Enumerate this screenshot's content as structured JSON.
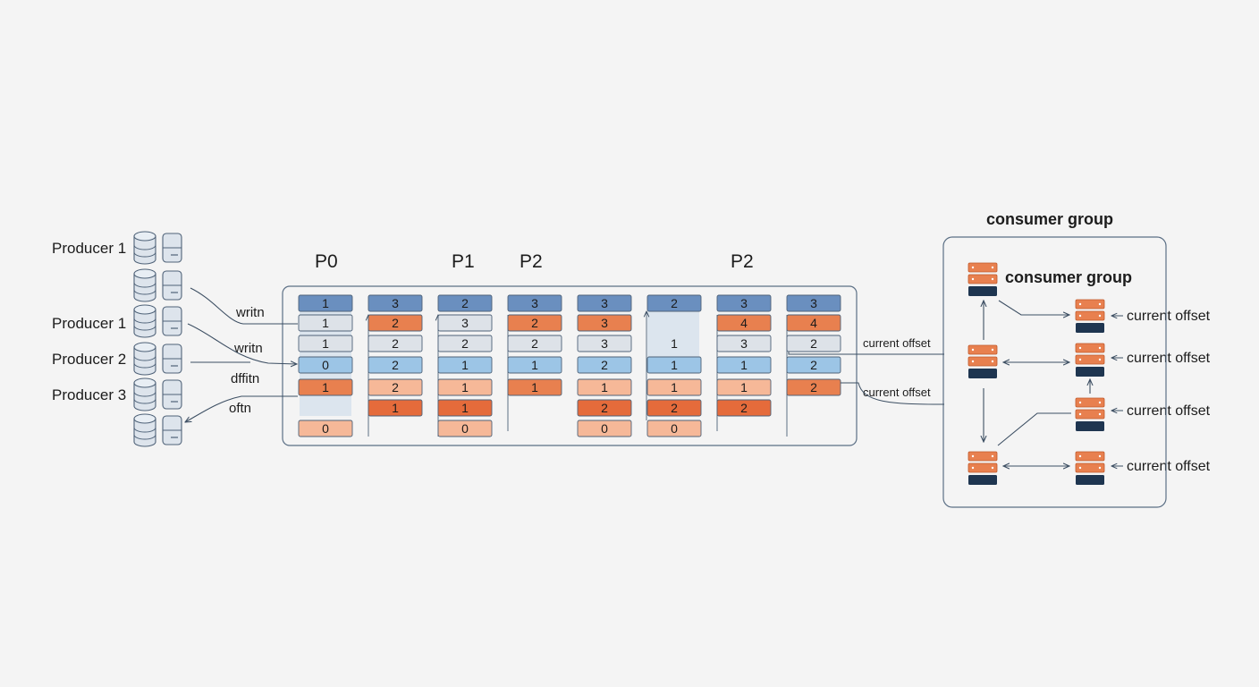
{
  "producers": [
    {
      "label": "Producer 1"
    },
    {
      "label": "Producer 1"
    },
    {
      "label": "Producer 2"
    },
    {
      "label": "Producer 3"
    }
  ],
  "partition_labels": [
    "P0",
    "P1",
    "P2",
    "P2"
  ],
  "edge_labels": [
    "writn",
    "writn",
    "dffitn",
    "oftn"
  ],
  "offset_labels": [
    "current offset",
    "current offset"
  ],
  "consumer_group": {
    "title": "consumer group",
    "inner_title": "consumer group",
    "offset_labels": [
      "current offset",
      "current offset",
      "current offset",
      "current offset"
    ]
  },
  "colors": {
    "dark_blue": "#6a8fbf",
    "light_blue": "#9cc5e6",
    "pale_gray": "#dde2e8",
    "orange": "#e8804f",
    "dark_orange": "#e56b3b",
    "light_orange": "#f6b898",
    "navy": "#1e3550",
    "stroke": "#5b6f85"
  },
  "log_columns": [
    {
      "cells": [
        {
          "v": "1",
          "c": "dark_blue"
        },
        {
          "v": "1",
          "c": "pale_gray"
        },
        {
          "v": "1",
          "c": "pale_gray"
        },
        {
          "v": "0",
          "c": "light_blue"
        },
        {
          "v": "1",
          "c": "orange"
        },
        {
          "v": "",
          "c": "none"
        },
        {
          "v": "0",
          "c": "light_orange"
        }
      ]
    },
    {
      "cells": [
        {
          "v": "3",
          "c": "dark_blue"
        },
        {
          "v": "2",
          "c": "orange"
        },
        {
          "v": "2",
          "c": "pale_gray"
        },
        {
          "v": "2",
          "c": "light_blue"
        },
        {
          "v": "2",
          "c": "light_orange"
        },
        {
          "v": "1",
          "c": "dark_orange"
        }
      ]
    },
    {
      "cells": [
        {
          "v": "2",
          "c": "dark_blue"
        },
        {
          "v": "3",
          "c": "pale_gray"
        },
        {
          "v": "2",
          "c": "pale_gray"
        },
        {
          "v": "1",
          "c": "light_blue"
        },
        {
          "v": "1",
          "c": "light_orange"
        },
        {
          "v": "1",
          "c": "dark_orange"
        },
        {
          "v": "0",
          "c": "light_orange"
        }
      ]
    },
    {
      "cells": [
        {
          "v": "3",
          "c": "dark_blue"
        },
        {
          "v": "2",
          "c": "orange"
        },
        {
          "v": "2",
          "c": "pale_gray"
        },
        {
          "v": "1",
          "c": "light_blue"
        },
        {
          "v": "1",
          "c": "orange"
        }
      ]
    },
    {
      "cells": [
        {
          "v": "3",
          "c": "dark_blue"
        },
        {
          "v": "3",
          "c": "orange"
        },
        {
          "v": "3",
          "c": "pale_gray"
        },
        {
          "v": "2",
          "c": "light_blue"
        },
        {
          "v": "1",
          "c": "light_orange"
        },
        {
          "v": "2",
          "c": "dark_orange"
        },
        {
          "v": "0",
          "c": "light_orange"
        }
      ]
    },
    {
      "cells": [
        {
          "v": "2",
          "c": "dark_blue"
        },
        {
          "v": "",
          "c": "none"
        },
        {
          "v": "1",
          "c": "none"
        },
        {
          "v": "1",
          "c": "light_blue"
        },
        {
          "v": "1",
          "c": "light_orange"
        },
        {
          "v": "2",
          "c": "dark_orange"
        },
        {
          "v": "0",
          "c": "light_orange"
        }
      ]
    },
    {
      "cells": [
        {
          "v": "3",
          "c": "dark_blue"
        },
        {
          "v": "4",
          "c": "orange"
        },
        {
          "v": "3",
          "c": "pale_gray"
        },
        {
          "v": "1",
          "c": "light_blue"
        },
        {
          "v": "1",
          "c": "light_orange"
        },
        {
          "v": "2",
          "c": "dark_orange"
        }
      ]
    },
    {
      "cells": [
        {
          "v": "3",
          "c": "dark_blue"
        },
        {
          "v": "4",
          "c": "orange"
        },
        {
          "v": "2",
          "c": "pale_gray"
        },
        {
          "v": "2",
          "c": "light_blue"
        },
        {
          "v": "2",
          "c": "orange"
        }
      ]
    }
  ]
}
